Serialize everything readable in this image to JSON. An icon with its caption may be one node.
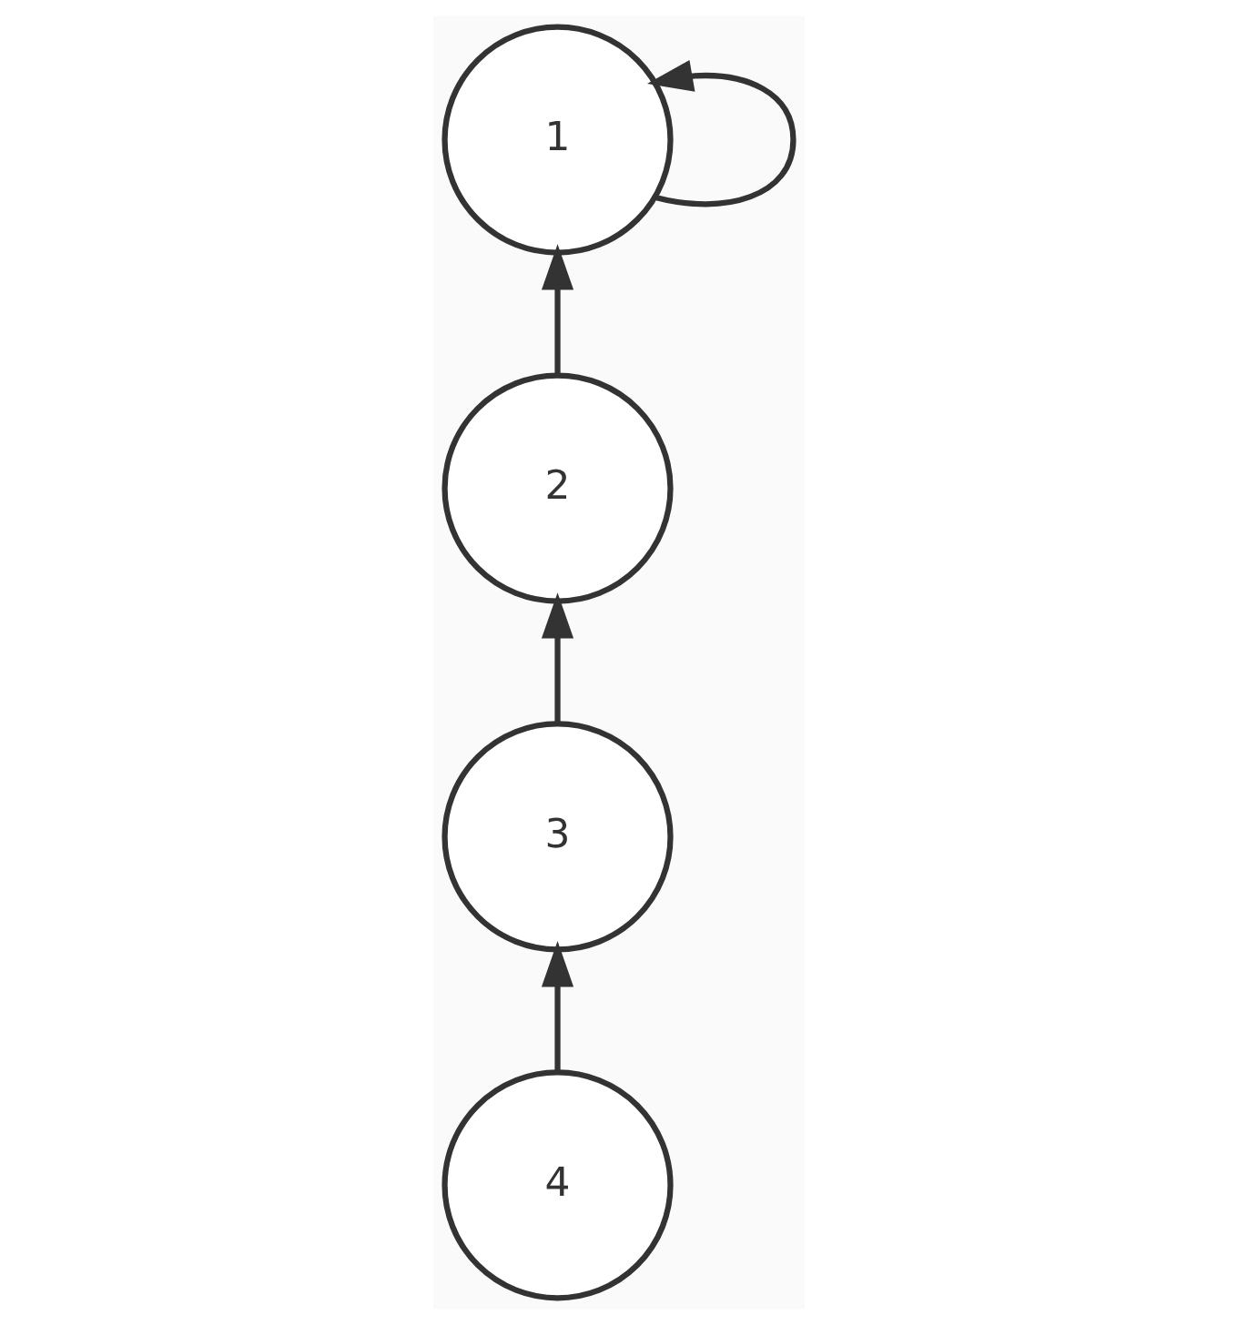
{
  "diagram": {
    "nodes": [
      {
        "text": [
          "1"
        ]
      },
      {
        "text": [
          "2"
        ]
      },
      {
        "text": [
          "3"
        ]
      },
      {
        "text": [
          "4"
        ]
      }
    ],
    "edges": [
      {
        "from": 3,
        "to": 2,
        "arrow": "to"
      },
      {
        "from": 2,
        "to": 1,
        "arrow": "to"
      },
      {
        "from": 1,
        "to": 0,
        "arrow": "to"
      },
      {
        "from": 0,
        "to": 0,
        "arrow": "to"
      }
    ]
  }
}
